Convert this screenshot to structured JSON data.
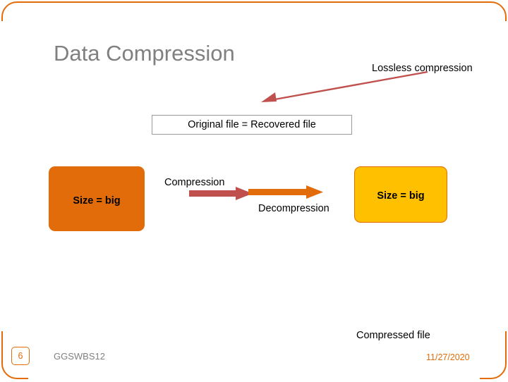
{
  "slide": {
    "title": "Data Compression",
    "lossless_label": "Lossless compression",
    "original_file_box": "Original file  = Recovered file",
    "left_box_label": "Size = big",
    "right_box_label": "Size = big",
    "compression_label": "Compression",
    "decompression_label": "Decompression",
    "compressed_file_label": "Compressed file"
  },
  "footer": {
    "slide_number": "6",
    "author": "GGSWBS12",
    "date": "11/27/2020"
  },
  "colors": {
    "accent_orange": "#E36C0A",
    "box_yellow": "#FFC000",
    "title_gray": "#808080",
    "text_black": "#000000"
  },
  "icons": {
    "arrow_diagonal": "arrow-left-up",
    "arrow_compression": "arrow-right",
    "arrow_decompression": "arrow-right"
  }
}
